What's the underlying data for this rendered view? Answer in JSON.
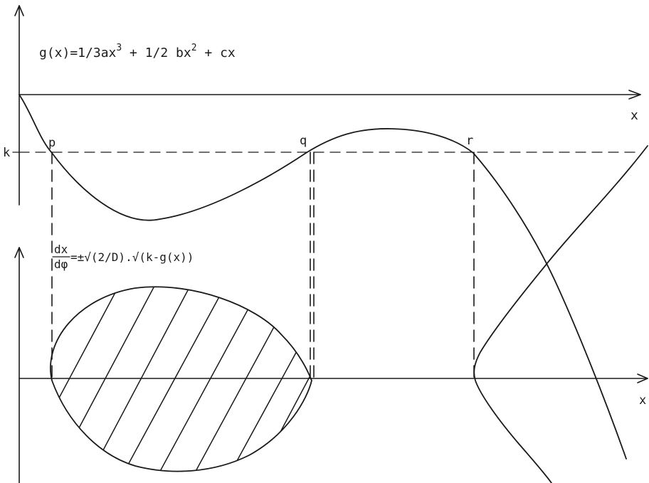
{
  "top_panel": {
    "formula_prefix": "g(x)=1/3ax",
    "formula_exp3": "3",
    "formula_middle": " + 1/2 bx",
    "formula_exp2": "2",
    "formula_suffix": " + cx",
    "x_axis_label": "x",
    "level_label": "k",
    "point_p": "p",
    "point_q": "q",
    "point_r": "r"
  },
  "bottom_panel": {
    "eq_numerator": "dx",
    "eq_denominator": "dφ",
    "eq_rhs": "=±√(2/D).√(k-g(x))",
    "x_axis_label": "x"
  },
  "colors": {
    "ink": "#1a1a1a",
    "paper": "#ffffff"
  }
}
